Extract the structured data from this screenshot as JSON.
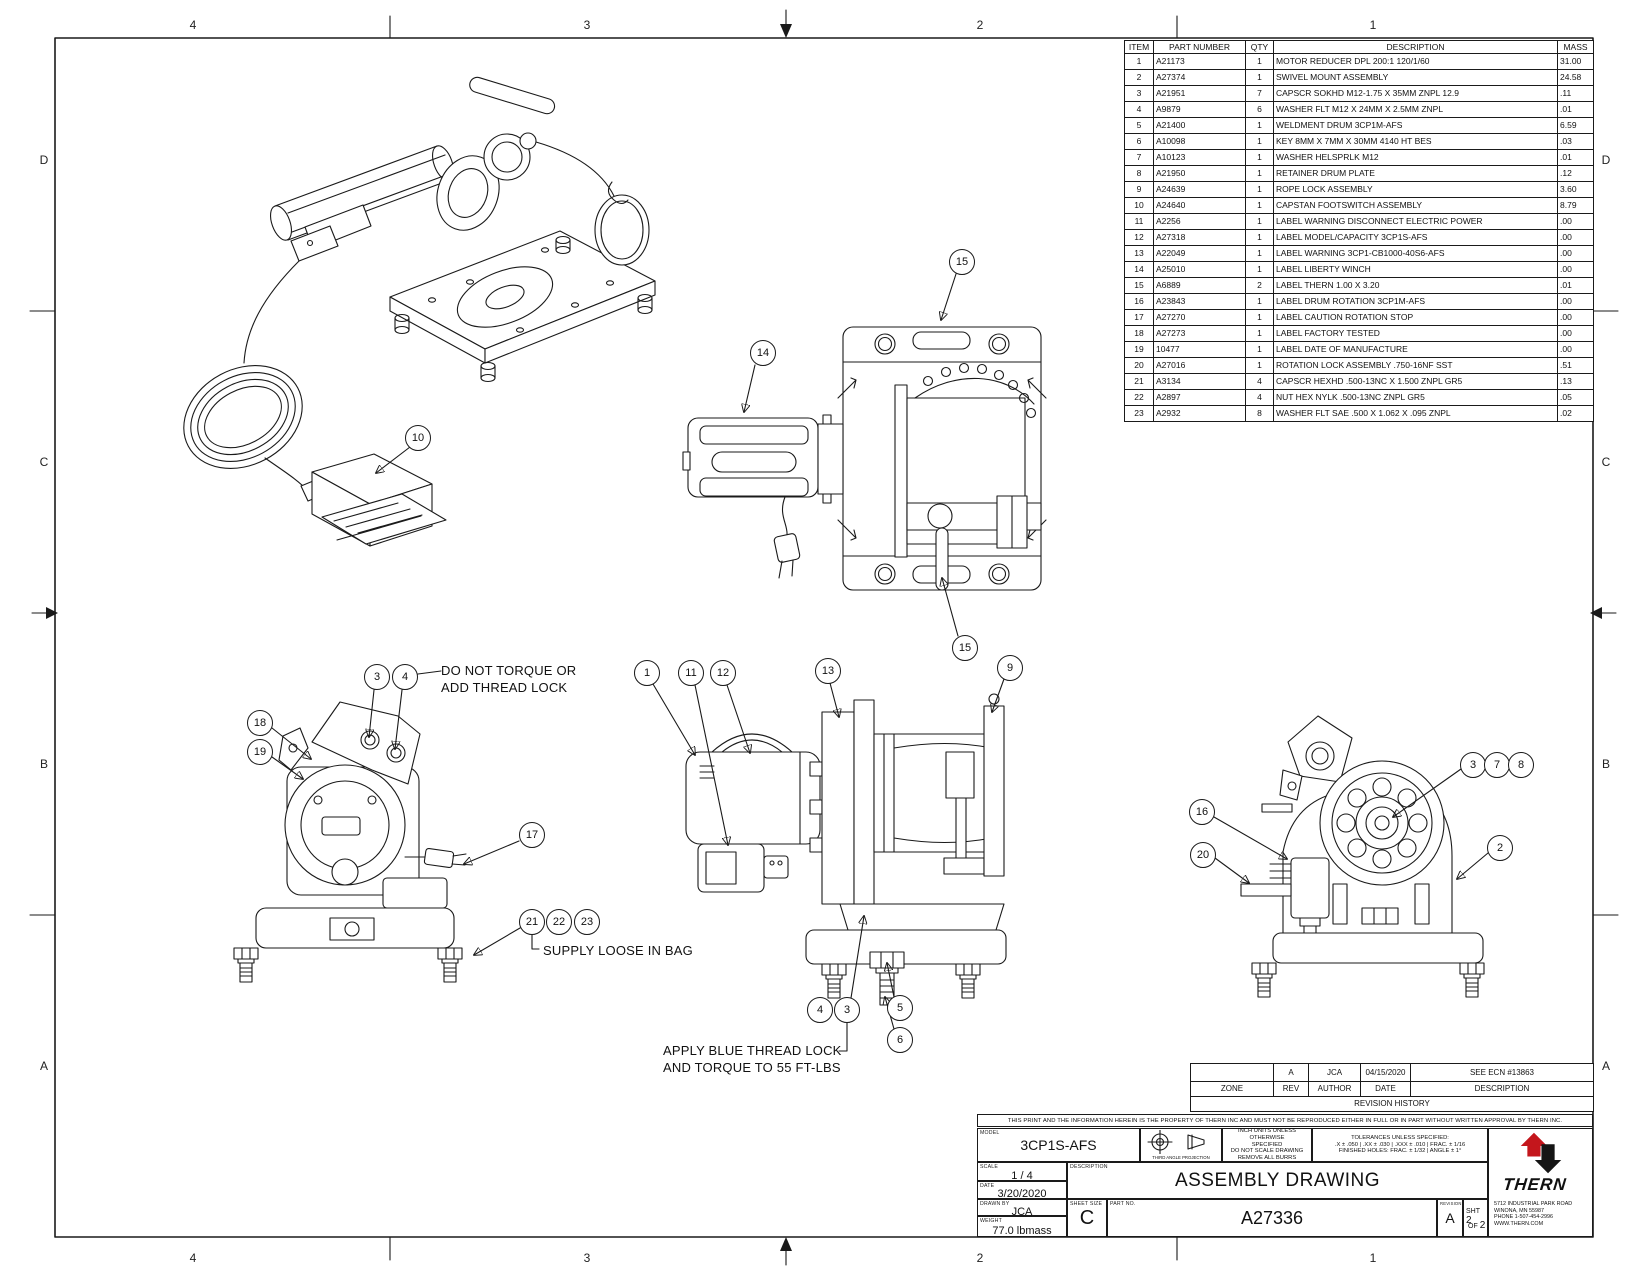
{
  "zones": {
    "cols": [
      "4",
      "3",
      "2",
      "1"
    ],
    "rows": [
      "D",
      "C",
      "B",
      "A"
    ]
  },
  "bom": {
    "headers": [
      "ITEM",
      "PART NUMBER",
      "QTY",
      "DESCRIPTION",
      "MASS"
    ],
    "rows": [
      [
        "1",
        "A21173",
        "1",
        "MOTOR REDUCER DPL 200:1 120/1/60",
        "31.00"
      ],
      [
        "2",
        "A27374",
        "1",
        "SWIVEL MOUNT ASSEMBLY",
        "24.58"
      ],
      [
        "3",
        "A21951",
        "7",
        "CAPSCR SOKHD M12-1.75 X 35MM ZNPL 12.9",
        ".11"
      ],
      [
        "4",
        "A9879",
        "6",
        "WASHER FLT M12 X 24MM X 2.5MM ZNPL",
        ".01"
      ],
      [
        "5",
        "A21400",
        "1",
        "WELDMENT DRUM 3CP1M-AFS",
        "6.59"
      ],
      [
        "6",
        "A10098",
        "1",
        "KEY 8MM X 7MM X 30MM 4140 HT BES",
        ".03"
      ],
      [
        "7",
        "A10123",
        "1",
        "WASHER HELSPRLK M12",
        ".01"
      ],
      [
        "8",
        "A21950",
        "1",
        "RETAINER DRUM PLATE",
        ".12"
      ],
      [
        "9",
        "A24639",
        "1",
        "ROPE LOCK ASSEMBLY",
        "3.60"
      ],
      [
        "10",
        "A24640",
        "1",
        "CAPSTAN FOOTSWITCH ASSEMBLY",
        "8.79"
      ],
      [
        "11",
        "A2256",
        "1",
        "LABEL WARNING DISCONNECT ELECTRIC POWER",
        ".00"
      ],
      [
        "12",
        "A27318",
        "1",
        "LABEL MODEL/CAPACITY 3CP1S-AFS",
        ".00"
      ],
      [
        "13",
        "A22049",
        "1",
        "LABEL WARNING 3CP1-CB1000-40S6-AFS",
        ".00"
      ],
      [
        "14",
        "A25010",
        "1",
        "LABEL LIBERTY WINCH",
        ".00"
      ],
      [
        "15",
        "A6889",
        "2",
        "LABEL THERN 1.00 X 3.20",
        ".01"
      ],
      [
        "16",
        "A23843",
        "1",
        "LABEL DRUM ROTATION 3CP1M-AFS",
        ".00"
      ],
      [
        "17",
        "A27270",
        "1",
        "LABEL CAUTION ROTATION STOP",
        ".00"
      ],
      [
        "18",
        "A27273",
        "1",
        "LABEL FACTORY TESTED",
        ".00"
      ],
      [
        "19",
        "10477",
        "1",
        "LABEL DATE OF MANUFACTURE",
        ".00"
      ],
      [
        "20",
        "A27016",
        "1",
        "ROTATION LOCK ASSEMBLY .750-16NF SST",
        ".51"
      ],
      [
        "21",
        "A3134",
        "4",
        "CAPSCR HEXHD .500-13NC X 1.500 ZNPL GR5",
        ".13"
      ],
      [
        "22",
        "A2897",
        "4",
        "NUT HEX NYLK .500-13NC ZNPL GR5",
        ".05"
      ],
      [
        "23",
        "A2932",
        "8",
        "WASHER FLT SAE .500 X 1.062 X .095 ZNPL",
        ".02"
      ]
    ]
  },
  "balloons": [
    "10",
    "15",
    "14",
    "15",
    "3",
    "4",
    "1",
    "11",
    "12",
    "13",
    "9",
    "18",
    "19",
    "17",
    "21",
    "22",
    "23",
    "4",
    "3",
    "5",
    "6",
    "3",
    "7",
    "8",
    "16",
    "20",
    "2"
  ],
  "notes": {
    "do_not_torque_1": "DO NOT TORQUE OR",
    "do_not_torque_2": "ADD THREAD LOCK",
    "supply_loose": "SUPPLY LOOSE IN BAG",
    "apply_thread_1": "APPLY BLUE THREAD LOCK",
    "apply_thread_2": "AND TORQUE TO 55 FT-LBS"
  },
  "revision": {
    "headers": [
      "ZONE",
      "REV",
      "AUTHOR",
      "DATE",
      "DESCRIPTION"
    ],
    "row": {
      "zone": "",
      "rev": "A",
      "author": "JCA",
      "date": "04/15/2020",
      "description": "SEE ECN #13863"
    },
    "caption": "REVISION HISTORY"
  },
  "disclaimer": "THIS PRINT AND THE INFORMATION HEREIN IS THE PROPERTY OF THERN INC AND MUST NOT BE REPRODUCED EITHER IN FULL OR IN PART WITHOUT WRITTEN APPROVAL BY THERN INC.",
  "title_block": {
    "model_label": "MODEL",
    "model": "3CP1S-AFS",
    "projection_caption": "THIRD ANGLE PROJECTION",
    "units_lines": [
      "INCH UNITS UNLESS OTHERWISE",
      "SPECIFIED",
      "DO NOT SCALE DRAWING",
      "REMOVE ALL BURRS"
    ],
    "tolerance_lines": [
      "TOLERANCES UNLESS SPECIFIED:",
      ".X ± .050 | .XX ± .030 | .XXX ± .010 | FRAC. ± 1/16",
      "FINISHED HOLES: FRAC. ± 1/32 | ANGLE ± 1°"
    ],
    "scale_label": "SCALE",
    "scale": "1 / 4",
    "date_label": "DATE",
    "date": "3/20/2020",
    "drawn_by_label": "DRAWN BY",
    "drawn_by": "JCA",
    "weight_label": "WEIGHT",
    "weight": "77.0 lbmass",
    "description_label": "DESCRIPTION",
    "description": "ASSEMBLY DRAWING",
    "sheet_size_label": "SHEET SIZE",
    "sheet_size": "C",
    "part_no_label": "PART NO.",
    "part_no": "A27336",
    "revision_label": "REVISION",
    "revision": "A",
    "sht_label": "SHT",
    "sht_num": "2",
    "of_label": "OF",
    "of_num": "2",
    "brand": "THERN",
    "logo_red": "#c4161c",
    "address_lines": [
      "5712 INDUSTRIAL PARK ROAD",
      "WINONA, MN 55987",
      "PHONE 1-507-454-2996",
      "WWW.THERN.COM"
    ]
  }
}
